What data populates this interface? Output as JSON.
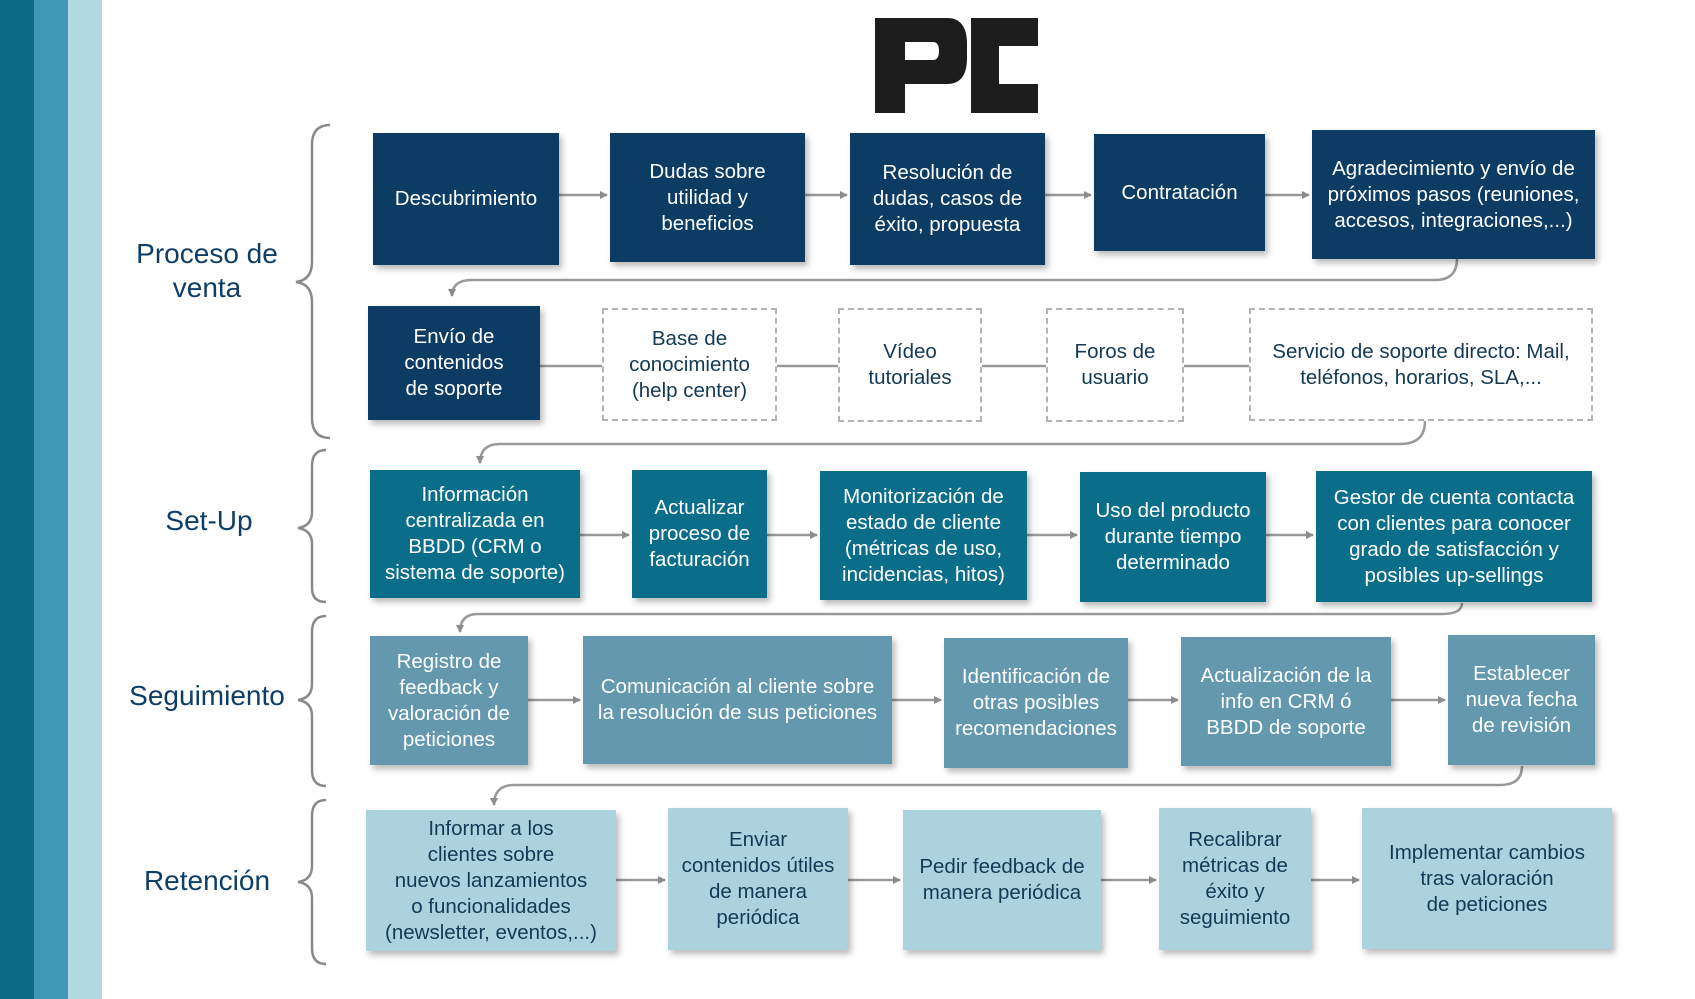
{
  "colors": {
    "stripe_dark": "#0c6a87",
    "stripe_mid": "#3e9ab4",
    "stripe_light": "#b0d9e2",
    "stage_sale": "#0c3b63",
    "stage_setup": "#0a6e8a",
    "stage_followup": "#6398ae",
    "stage_retention": "#acd3dd"
  },
  "logo": {
    "text": "PC"
  },
  "stages": [
    {
      "label": "Proceso de\nventa"
    },
    {
      "label": "Set-Up"
    },
    {
      "label": "Seguimiento"
    },
    {
      "label": "Retención"
    }
  ],
  "sale_row1": [
    "Descubrimiento",
    "Dudas sobre\nutilidad y\nbeneficios",
    "Resolución de\ndudas, casos de\néxito, propuesta",
    "Contratación",
    "Agradecimiento y envío de\npróximos pasos (reuniones,\naccesos, integraciones,...)"
  ],
  "sale_row2": [
    "Envío de\ncontenidos\nde soporte",
    "Base de\nconocimiento\n(help center)",
    "Vídeo\ntutoriales",
    "Foros de\nusuario",
    "Servicio de soporte directo: Mail,\nteléfonos, horarios, SLA,..."
  ],
  "setup": [
    "Información\ncentralizada en\nBBDD (CRM o\nsistema de soporte)",
    "Actualizar\nproceso de\nfacturación",
    "Monitorización de\nestado de cliente\n(métricas de uso,\nincidencias, hitos)",
    "Uso del producto\ndurante tiempo\ndeterminado",
    "Gestor de cuenta contacta\ncon clientes para conocer\ngrado de satisfacción y\nposibles up-sellings"
  ],
  "followup": [
    "Registro de\nfeedback y\nvaloración de\npeticiones",
    "Comunicación al cliente sobre\nla resolución de sus peticiones",
    "Identificación de\notras posibles\nrecomendaciones",
    "Actualización de la\ninfo en CRM ó\nBBDD de soporte",
    "Establecer\nnueva fecha\nde revisión"
  ],
  "retention": [
    "Informar a los\nclientes sobre\nnuevos lanzamientos\no funcionalidades\n(newsletter, eventos,...)",
    "Enviar\ncontenidos útiles\nde manera\nperiódica",
    "Pedir feedback de\nmanera periódica",
    "Recalibrar\nmétricas de\néxito y\nseguimiento",
    "Implementar cambios\ntras valoración\nde peticiones"
  ]
}
